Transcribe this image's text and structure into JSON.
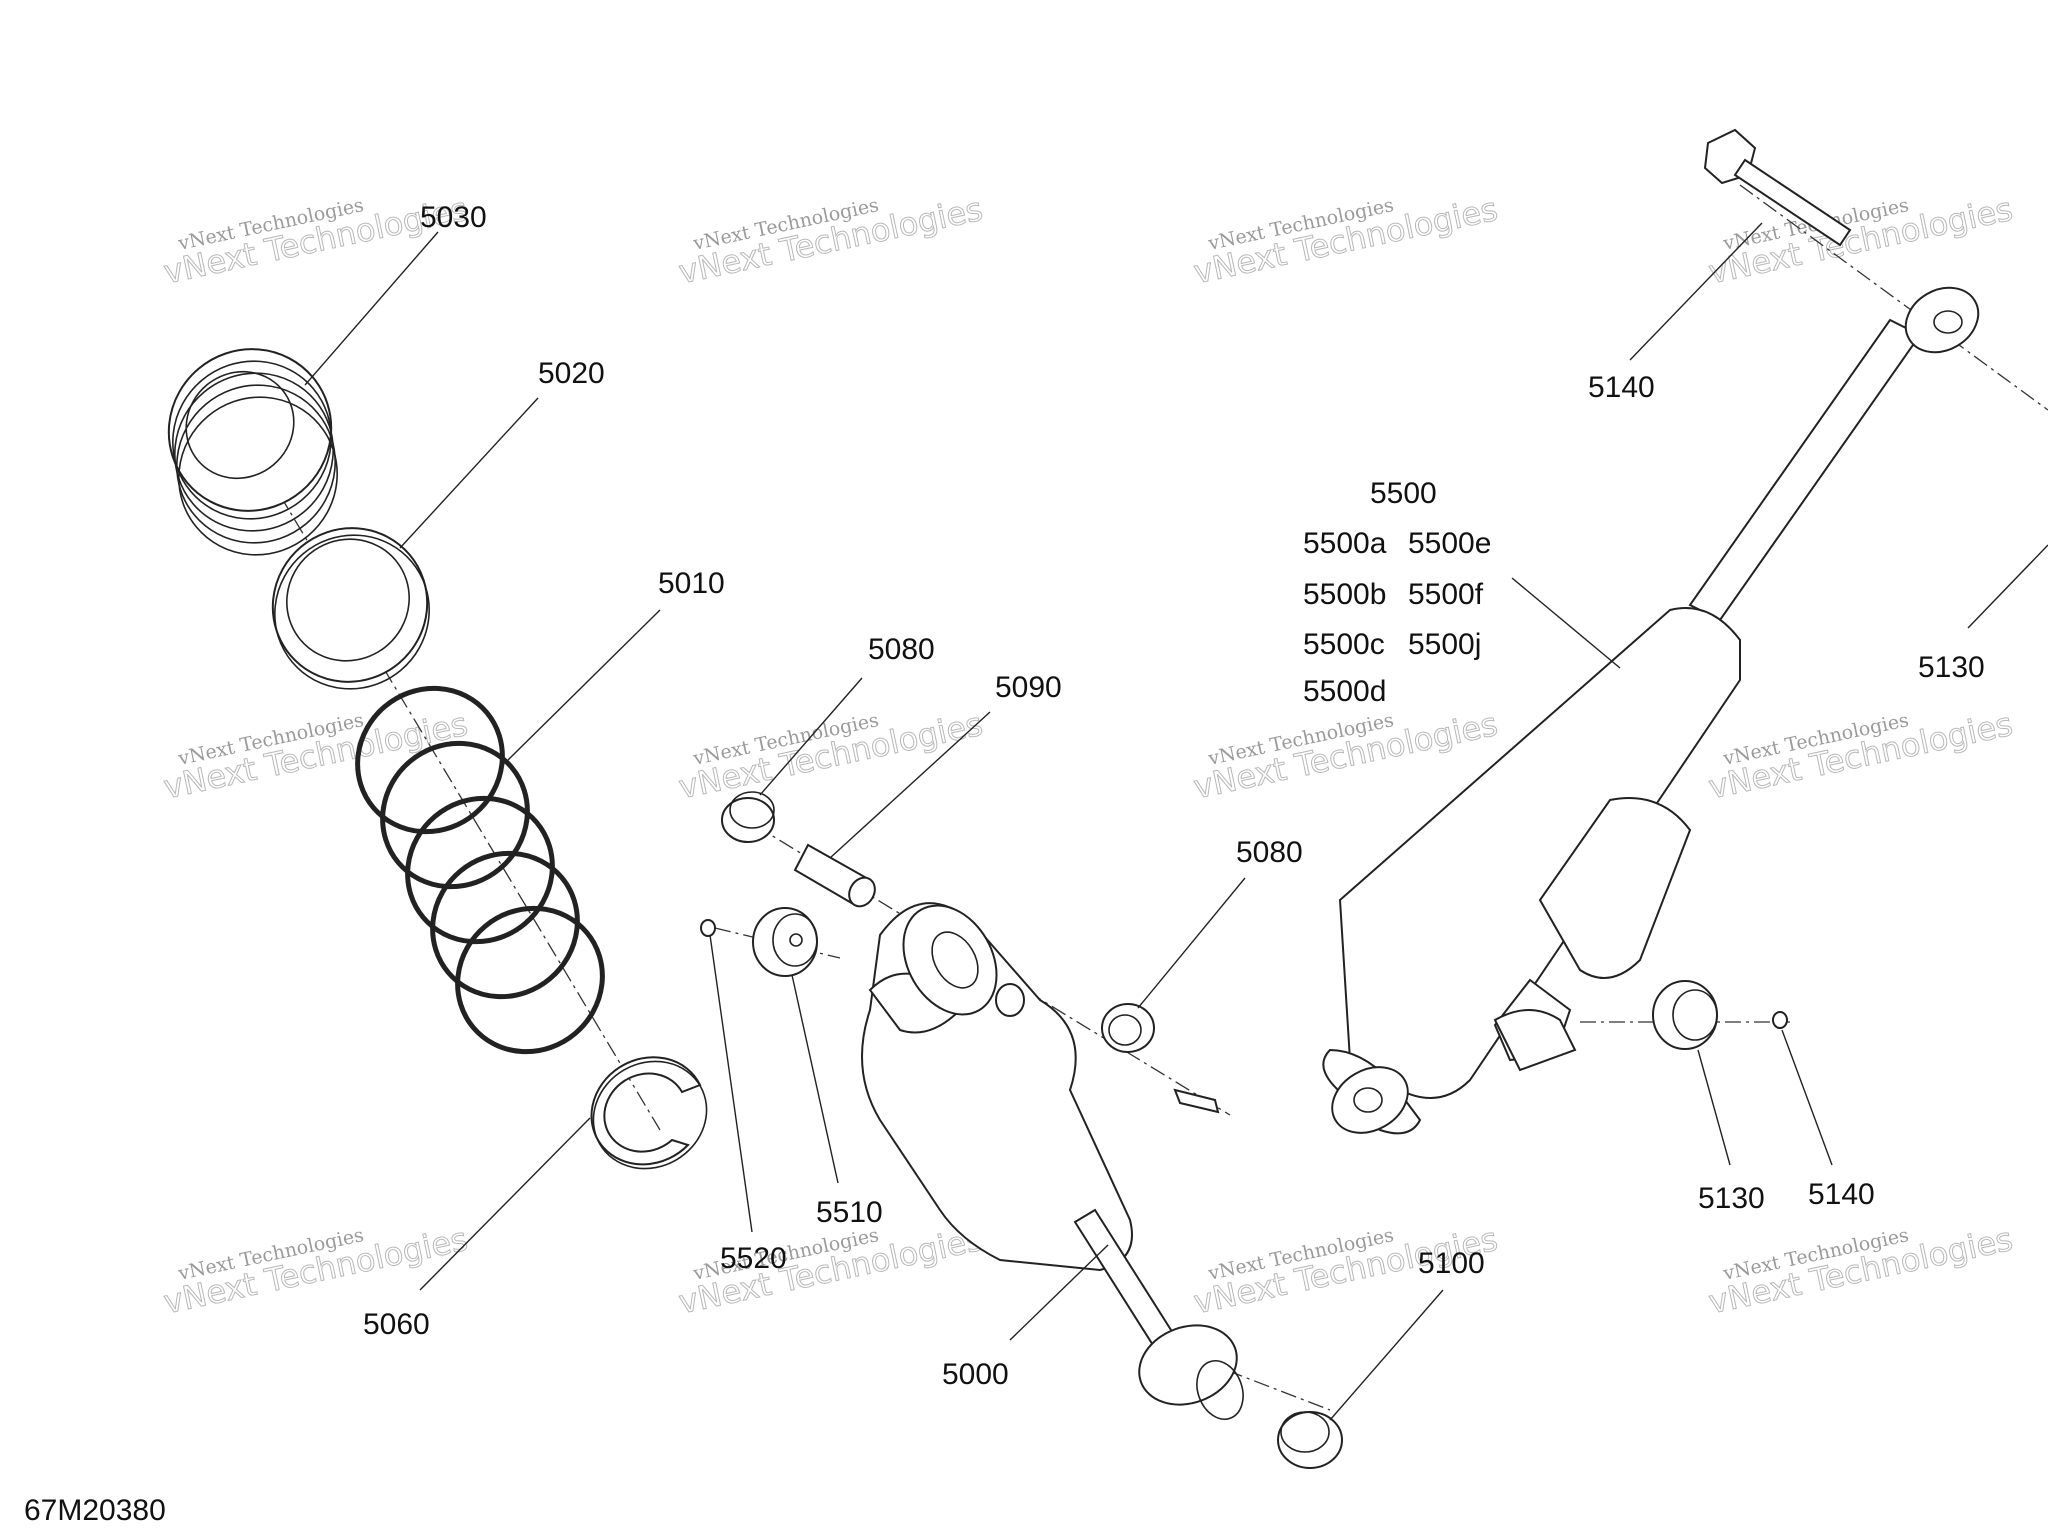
{
  "drawing_id": "67M20380",
  "watermark": {
    "line1": "vNext Technologies",
    "line2": "vNext Technologies"
  },
  "callouts": {
    "c5030": "5030",
    "c5020": "5020",
    "c5010": "5010",
    "c5060": "5060",
    "c5080a": "5080",
    "c5090": "5090",
    "c5080b": "5080",
    "c5510": "5510",
    "c5520": "5520",
    "c5000": "5000",
    "c5100": "5100",
    "c5140a": "5140",
    "c5130a": "5130",
    "c5130b": "5130",
    "c5140b": "5140",
    "c5500": "5500",
    "c5500a": "5500a",
    "c5500e": "5500e",
    "c5500b": "5500b",
    "c5500f": "5500f",
    "c5500c": "5500c",
    "c5500j": "5500j",
    "c5500d": "5500d"
  }
}
